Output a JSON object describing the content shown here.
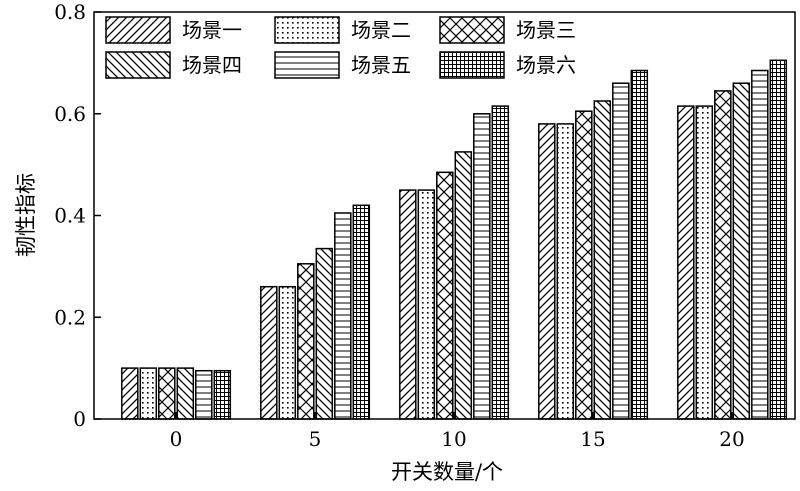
{
  "chart_data": {
    "type": "bar",
    "title": "",
    "xlabel": "开关数量/个",
    "ylabel": "韧性指标",
    "categories": [
      "0",
      "5",
      "10",
      "15",
      "20"
    ],
    "ylim": [
      0,
      0.8
    ],
    "yticks": [
      "0",
      "0.2",
      "0.4",
      "0.6",
      "0.8"
    ],
    "grid": false,
    "legend_position": "top-left",
    "series": [
      {
        "name": "场景一",
        "pattern": "diagonal-forward",
        "values": [
          0.1,
          0.26,
          0.45,
          0.58,
          0.615
        ]
      },
      {
        "name": "场景二",
        "pattern": "dots",
        "values": [
          0.1,
          0.26,
          0.45,
          0.58,
          0.615
        ]
      },
      {
        "name": "场景三",
        "pattern": "crosshatch-diagonal",
        "values": [
          0.1,
          0.305,
          0.485,
          0.605,
          0.645
        ]
      },
      {
        "name": "场景四",
        "pattern": "diagonal-backward",
        "values": [
          0.1,
          0.335,
          0.525,
          0.625,
          0.66
        ]
      },
      {
        "name": "场景五",
        "pattern": "horizontal-lines",
        "values": [
          0.095,
          0.405,
          0.6,
          0.66,
          0.685
        ]
      },
      {
        "name": "场景六",
        "pattern": "grid",
        "values": [
          0.095,
          0.42,
          0.615,
          0.685,
          0.705
        ]
      }
    ]
  }
}
